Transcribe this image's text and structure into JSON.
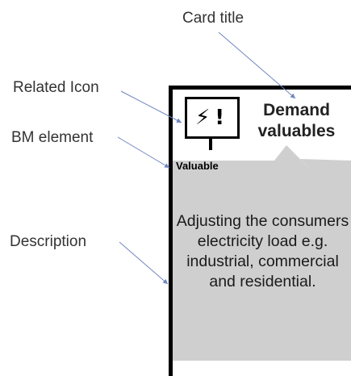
{
  "callouts": {
    "card_title": "Card title",
    "related_icon": "Related Icon",
    "bm_element": "BM element",
    "description": "Description"
  },
  "card": {
    "title": "Demand valuables",
    "element_label": "Valuable",
    "icon_glyph": "⚡!",
    "description": "Adjusting the consumers electricity load e.g. industrial, commercial and residential."
  },
  "colors": {
    "leader_line": "#6f86c0",
    "description_fill": "#cfcfcf",
    "frame": "#000000"
  }
}
